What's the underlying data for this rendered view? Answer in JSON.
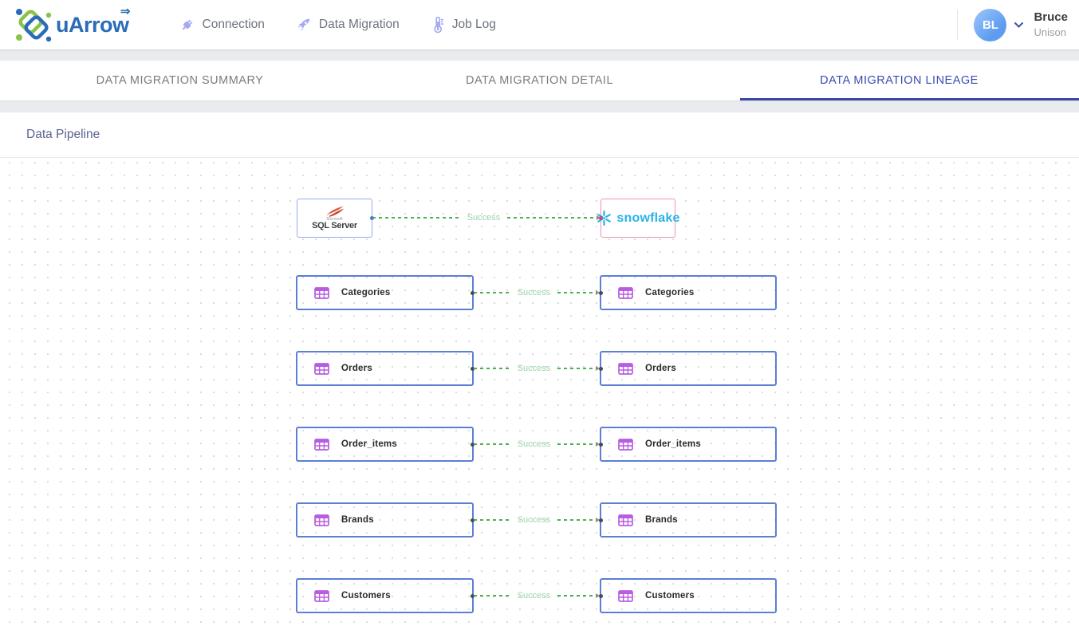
{
  "header": {
    "brand": "uArrow",
    "logo_arrow": "⇒",
    "nav": [
      {
        "label": "Connection",
        "icon": "plug-icon"
      },
      {
        "label": "Data Migration",
        "icon": "rocket-icon"
      },
      {
        "label": "Job Log",
        "icon": "thermometer-icon"
      }
    ],
    "user": {
      "initials": "BL",
      "name": "Bruce",
      "org": "Unison"
    }
  },
  "tabs": [
    {
      "label": "DATA MIGRATION SUMMARY",
      "active": false
    },
    {
      "label": "DATA MIGRATION DETAIL",
      "active": false
    },
    {
      "label": "DATA MIGRATION LINEAGE",
      "active": true
    }
  ],
  "page": {
    "title": "Data Pipeline"
  },
  "pipeline": {
    "connection": {
      "source_brand_small": "Microsoft",
      "source_title": "SQL Server",
      "target_title": "snowflake",
      "status": "Success"
    },
    "tables": [
      {
        "source": "Categories",
        "target": "Categories",
        "status": "Success"
      },
      {
        "source": "Orders",
        "target": "Orders",
        "status": "Success"
      },
      {
        "source": "Order_items",
        "target": "Order_items",
        "status": "Success"
      },
      {
        "source": "Brands",
        "target": "Brands",
        "status": "Success"
      },
      {
        "source": "Customers",
        "target": "Customers",
        "status": "Success"
      }
    ]
  },
  "colors": {
    "accent_indigo": "#3949ab",
    "edge_green": "#4caf50",
    "edge_label_green": "#9ad4a8",
    "node_border_blue": "#5b7fd7",
    "table_icon_purple": "#b85ce0",
    "snowflake_border_pink": "#ef91af",
    "snowflake_blue": "#2bb3e8",
    "nav_icon_lavender": "#a5a9f2",
    "brand_blue": "#2b6cb8",
    "brand_green": "#8bc34a"
  }
}
